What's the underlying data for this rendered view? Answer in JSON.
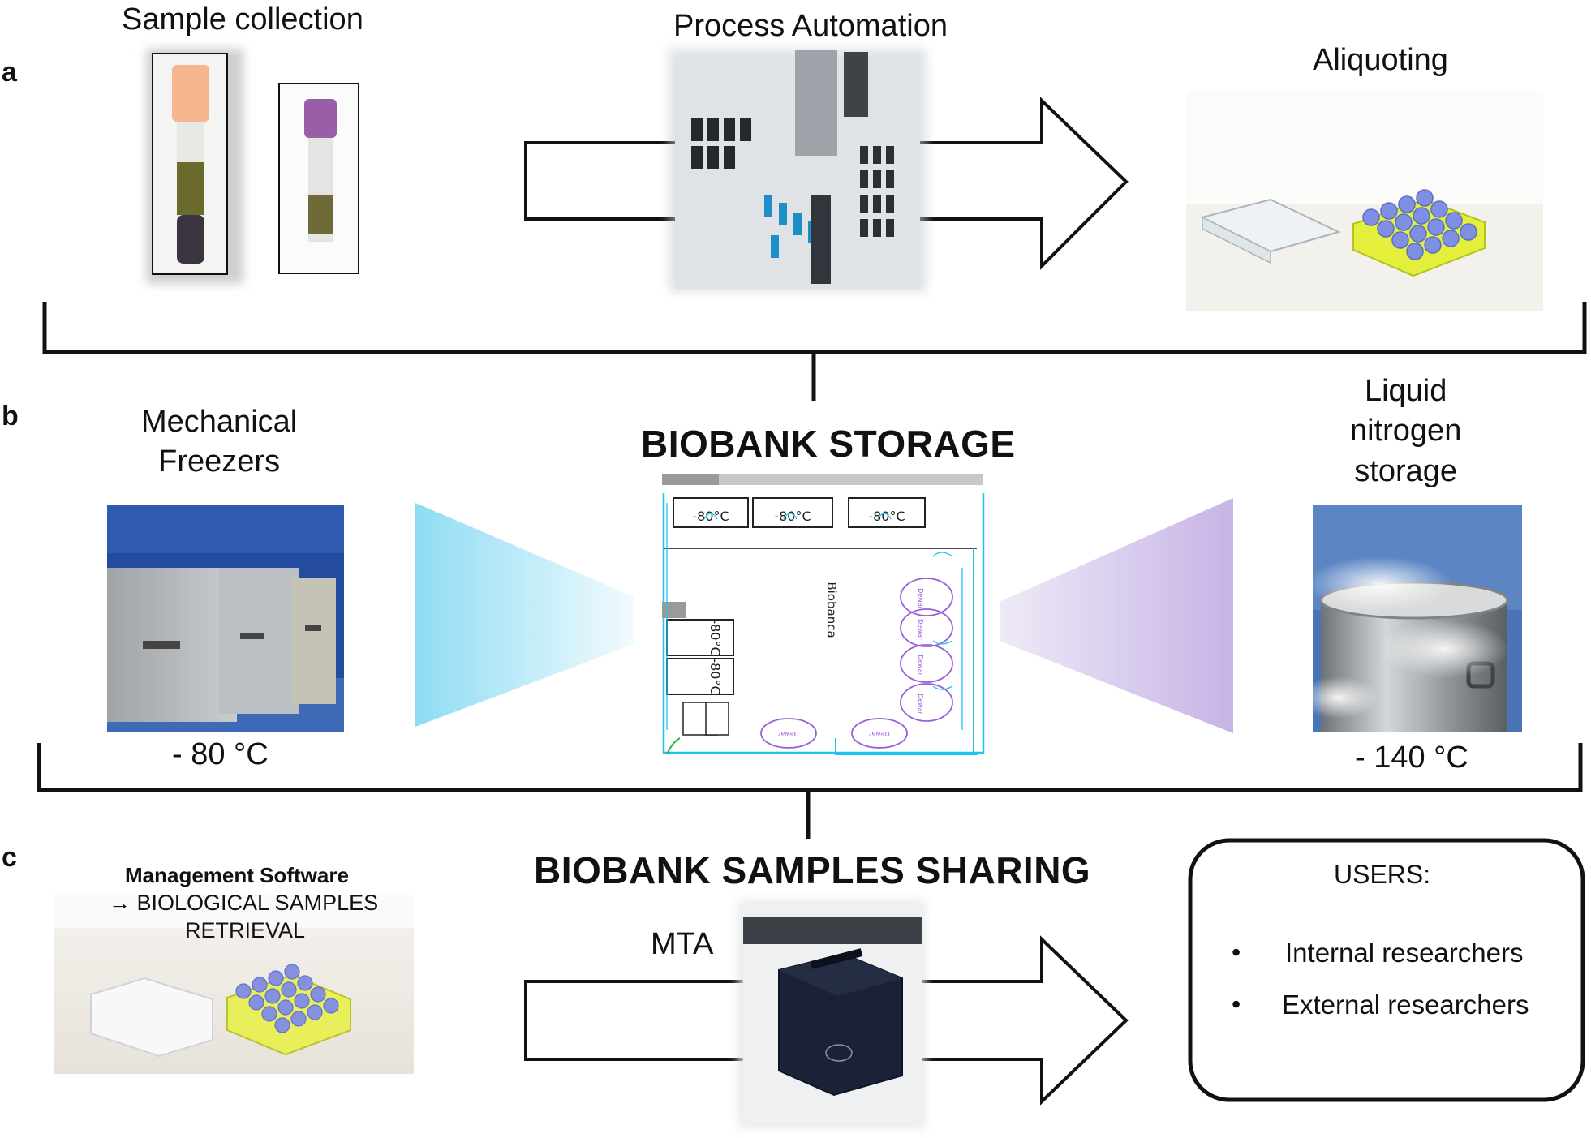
{
  "panel_a": {
    "letter": "a",
    "sample_collection": "Sample collection",
    "process_automation": "Process Automation",
    "aliquoting": "Aliquoting"
  },
  "panel_b": {
    "letter": "b",
    "title": "BIOBANK STORAGE",
    "mechanical_freezers_line1": "Mechanical",
    "mechanical_freezers_line2": "Freezers",
    "freezer_temp": "- 80 °C",
    "liquid_nitrogen_line1": "Liquid",
    "liquid_nitrogen_line2": "nitrogen",
    "liquid_nitrogen_line3": "storage",
    "nitrogen_temp": "- 140 °C",
    "floorplan": {
      "unit_labels": [
        "-80°C",
        "-80°C",
        "-80°C",
        "-80°C",
        "-80°C"
      ],
      "room_name": "Biobanca",
      "dewar_labels": [
        "Dewar",
        "Dewar",
        "Dewar",
        "Dewar",
        "Dewar",
        "Dewar"
      ]
    }
  },
  "panel_c": {
    "letter": "c",
    "title": "BIOBANK SAMPLES SHARING",
    "management_software": "Management Software",
    "retrieval_line1": "→ BIOLOGICAL SAMPLES",
    "retrieval_line2": "RETRIEVAL",
    "mta": "MTA",
    "users_title": "USERS:",
    "users": [
      "Internal researchers",
      "External researchers"
    ],
    "bullet": "•"
  },
  "colors": {
    "line": "#111111",
    "blueprint_cyan": "#1fc4ee",
    "blueprint_purple": "#9a5fd6",
    "trap_blue": "#9fe2f5",
    "trap_purple": "#c9b6e8"
  }
}
